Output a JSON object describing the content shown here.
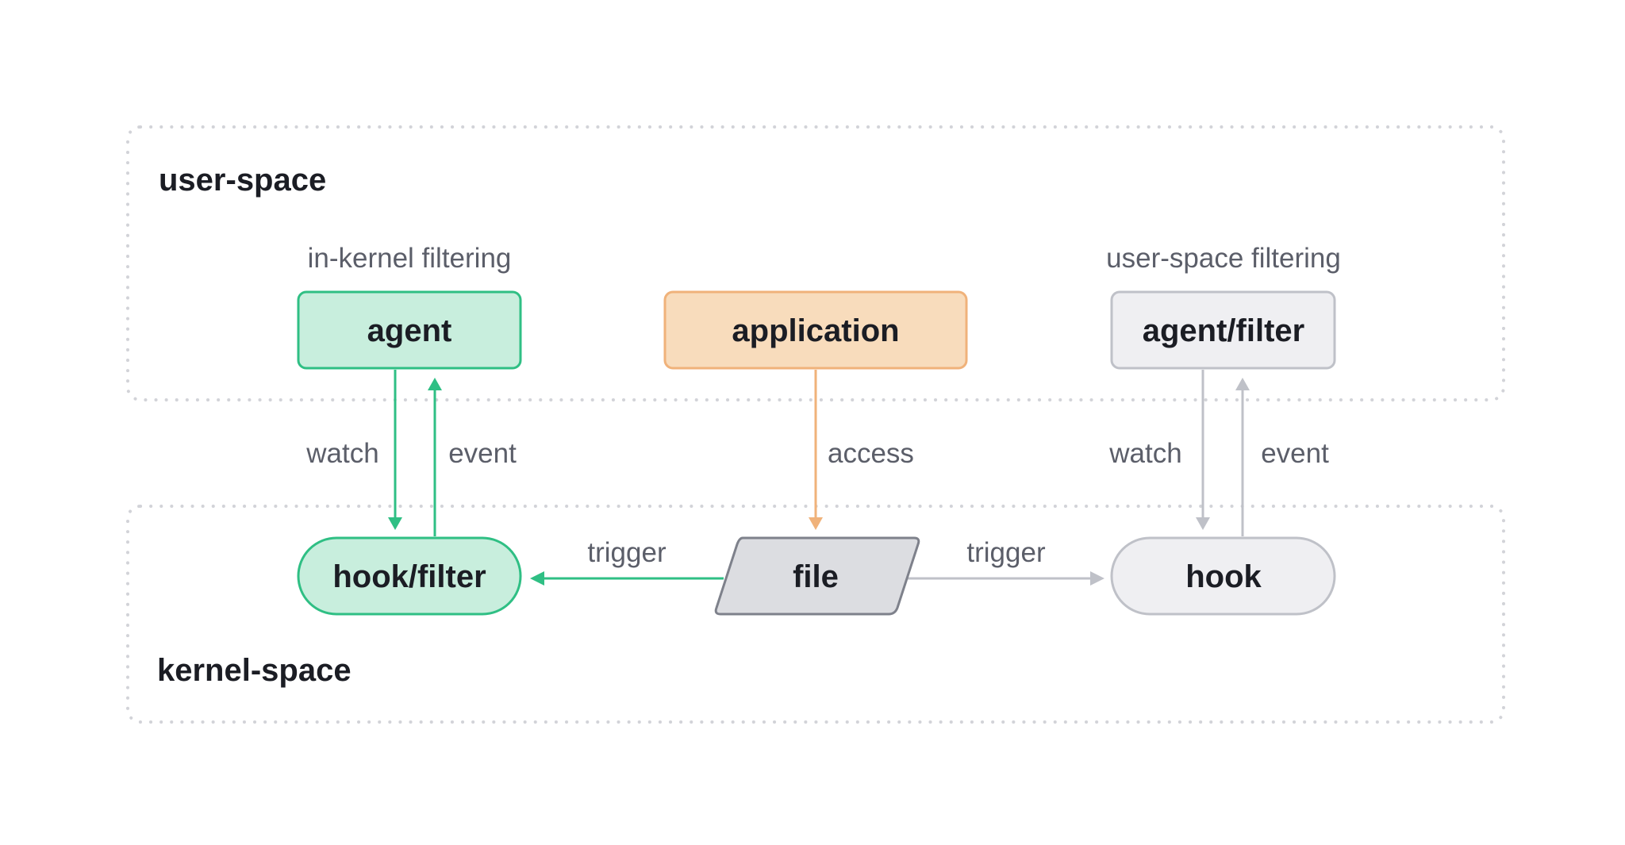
{
  "regions": {
    "user_space": "user-space",
    "kernel_space": "kernel-space"
  },
  "captions": {
    "in_kernel": "in-kernel filtering",
    "user_space": "user-space filtering"
  },
  "nodes": {
    "agent": "agent",
    "application": "application",
    "agent_filter": "agent/filter",
    "hook_filter": "hook/filter",
    "file": "file",
    "hook": "hook"
  },
  "edges": {
    "left_watch": "watch",
    "left_event": "event",
    "access": "access",
    "right_watch": "watch",
    "right_event": "event",
    "trigger_left": "trigger",
    "trigger_right": "trigger"
  },
  "colors": {
    "green_stroke": "#2fbf84",
    "green_fill": "#c8eedd",
    "orange_stroke": "#f0b27a",
    "orange_fill": "#f8dcbc",
    "gray_stroke": "#bfc1c8",
    "gray_fill": "#efeff2",
    "file_stroke": "#7e818b",
    "file_fill": "#dcdde1",
    "dotted_border": "#d2d3d8"
  }
}
